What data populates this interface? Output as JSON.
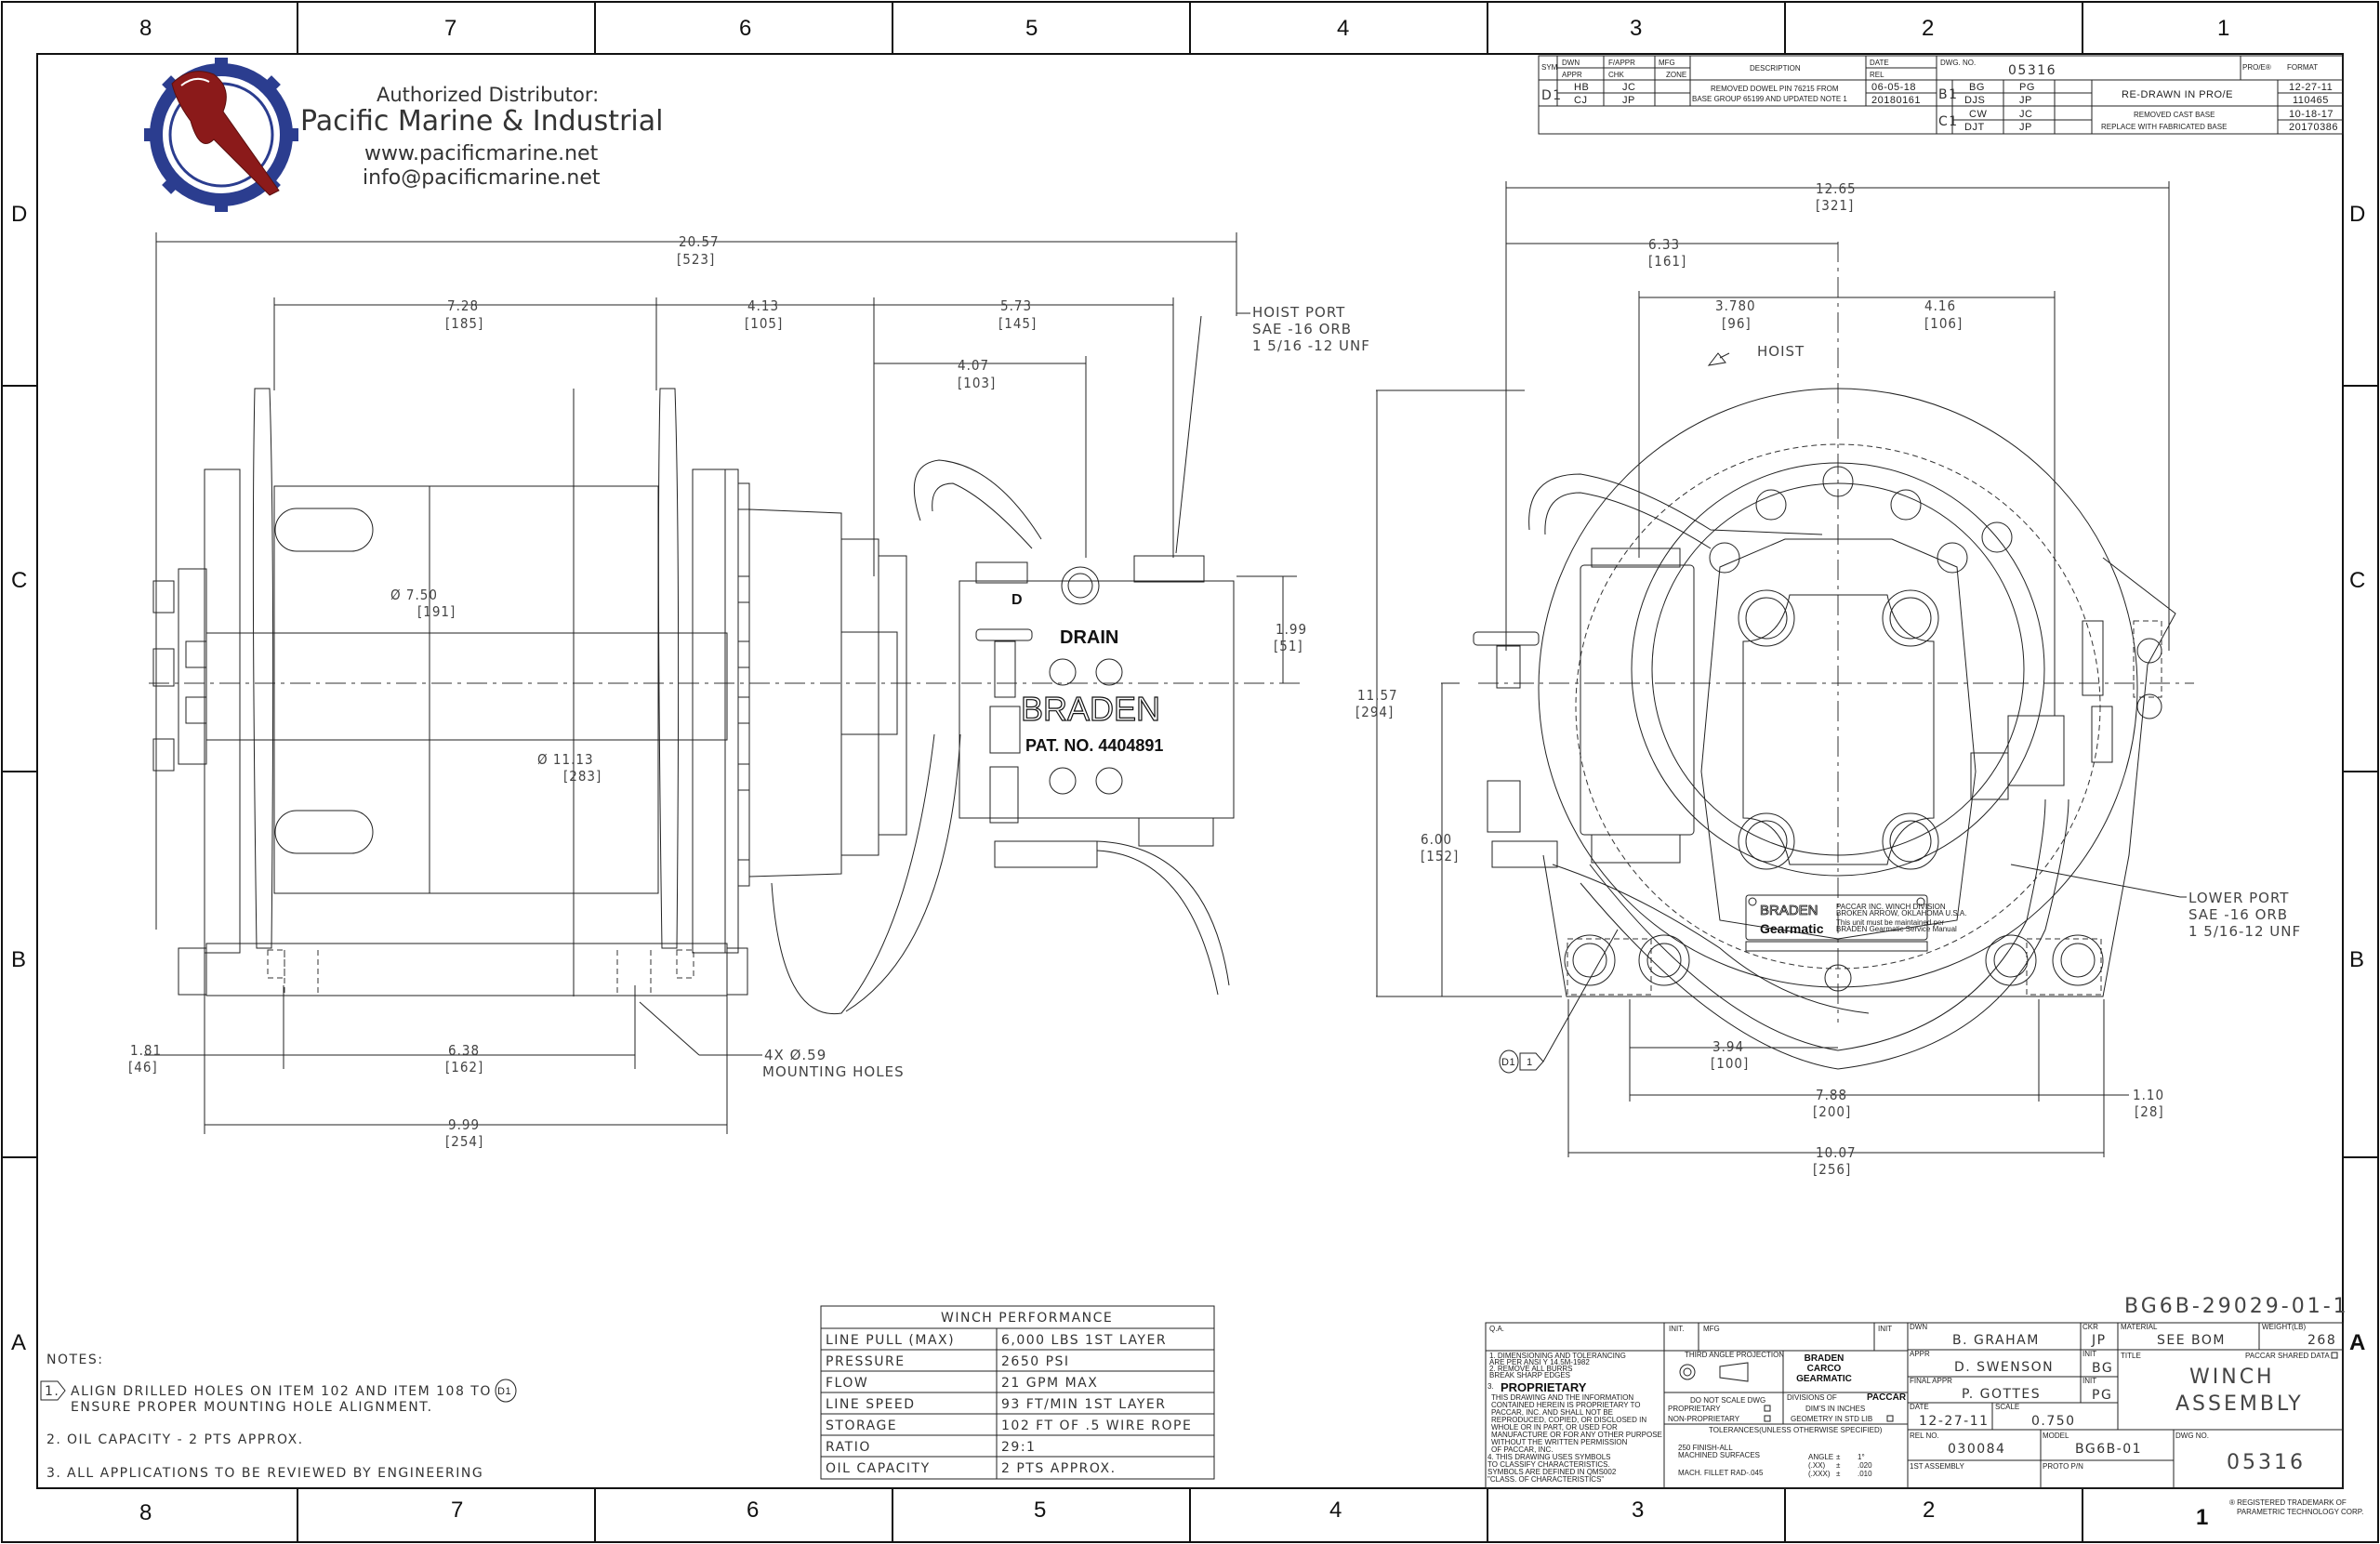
{
  "border": {
    "columns_top": [
      "8",
      "7",
      "6",
      "5",
      "4",
      "3",
      "2",
      "1"
    ],
    "columns_bottom": [
      "8",
      "7",
      "6",
      "5",
      "4",
      "3",
      "2",
      "1"
    ],
    "rows": [
      "D",
      "C",
      "B",
      "A"
    ]
  },
  "distributor": {
    "heading": "Authorized Distributor:",
    "name": "Pacific Marine & Industrial",
    "website": "www.pacificmarine.net",
    "email": "info@pacificmarine.net"
  },
  "revision_block": {
    "headers": {
      "sym": "SYM",
      "dwn": "DWN",
      "appr": "APPR",
      "f_appr": "F/APPR",
      "chk": "CHK",
      "mfg": "MFG",
      "zone": "ZONE",
      "description": "DESCRIPTION",
      "date": "DATE",
      "rel": "REL",
      "dwg_no_label": "DWG. NO.",
      "dwg_no": "05316",
      "proe": "PRO/E®",
      "format": "FORMAT"
    },
    "revisions": [
      {
        "sym": "D1",
        "dwn": "HB",
        "f_appr": "JC",
        "appr": "CJ",
        "chk": "JP",
        "description": [
          "REMOVED DOWEL PIN 76215 FROM",
          "BASE GROUP 65199 AND UPDATED NOTE 1"
        ],
        "date": "06-05-18",
        "rel": "20180161"
      },
      {
        "sym": "B1",
        "dwn": "BG",
        "f_appr": "PG",
        "appr": "DJS",
        "chk": "JP",
        "description": [
          "RE-DRAWN IN PRO/E"
        ],
        "date": "12-27-11",
        "rel": "110465"
      },
      {
        "sym": "C1",
        "dwn": "CW",
        "f_appr": "JC",
        "appr": "DJT",
        "chk": "JP",
        "description": [
          "REMOVED CAST BASE",
          "REPLACE WITH FABRICATED BASE"
        ],
        "date": "10-18-17",
        "rel": "20170386"
      }
    ]
  },
  "side_view": {
    "dims": [
      {
        "value": "20.57",
        "mm": "[523]"
      },
      {
        "value": "7.28",
        "mm": "[185]"
      },
      {
        "value": "4.13",
        "mm": "[105]"
      },
      {
        "value": "5.73",
        "mm": "[145]"
      },
      {
        "value": "4.07",
        "mm": "[103]"
      },
      {
        "value": "Ø 7.50",
        "mm": "[191]"
      },
      {
        "value": "Ø 11.13",
        "mm": "[283]"
      },
      {
        "value": "1.99",
        "mm": "[51]"
      },
      {
        "value": "1.81",
        "mm": "[46]"
      },
      {
        "value": "6.38",
        "mm": "[162]"
      },
      {
        "value": "9.99",
        "mm": "[254]"
      }
    ],
    "hoist_port": [
      "HOIST PORT",
      "SAE -16 ORB",
      "1 5/16 -12 UNF"
    ],
    "mounting_holes": [
      "4X Ø.59",
      "MOUNTING HOLES"
    ],
    "valve_text": {
      "d": "D",
      "drain": "DRAIN",
      "brand": "BRADEN",
      "patent": "PAT. NO. 4404891"
    }
  },
  "end_view": {
    "dims": [
      {
        "value": "12.65",
        "mm": "[321]"
      },
      {
        "value": "6.33",
        "mm": "[161]"
      },
      {
        "value": "3.780",
        "mm": "[96]"
      },
      {
        "value": "4.16",
        "mm": "[106]"
      },
      {
        "value": "11.57",
        "mm": "[294]"
      },
      {
        "value": "6.00",
        "mm": "[152]"
      },
      {
        "value": "3.94",
        "mm": "[100]"
      },
      {
        "value": "7.88",
        "mm": "[200]"
      },
      {
        "value": "1.10",
        "mm": "[28]"
      },
      {
        "value": "10.07",
        "mm": "[256]"
      }
    ],
    "hoist_label": "HOIST",
    "lower_port": [
      "LOWER PORT",
      "SAE -16 ORB",
      "1 5/16-12 UNF"
    ],
    "flag": {
      "rev": "D1",
      "note": "1"
    },
    "nameplate": {
      "brand": "BRADEN",
      "sub": "Gearmatic",
      "line1": "PACCAR INC. WINCH DIVISION",
      "line2": "BROKEN ARROW, OKLAHOMA U.S.A.",
      "line3": "This unit must be maintained per",
      "line4": "BRADEN Gearmatic Service Manual"
    }
  },
  "notes": {
    "heading": "NOTES:",
    "items": [
      {
        "num": "1.",
        "lines": [
          "ALIGN DRILLED HOLES ON ITEM 102 AND ITEM 108 TO",
          "ENSURE PROPER MOUNTING HOLE ALIGNMENT."
        ],
        "rev": "D1"
      },
      {
        "num": "2.",
        "lines": [
          "OIL CAPACITY - 2 PTS APPROX."
        ]
      },
      {
        "num": "3.",
        "lines": [
          "ALL APPLICATIONS TO BE REVIEWED BY ENGINEERING"
        ]
      }
    ]
  },
  "performance": {
    "title": "WINCH PERFORMANCE",
    "rows": [
      [
        "LINE PULL (MAX)",
        "6,000 LBS 1ST LAYER"
      ],
      [
        "PRESSURE",
        "2650 PSI"
      ],
      [
        "FLOW",
        "21 GPM MAX"
      ],
      [
        "LINE SPEED",
        "93 FT/MIN 1ST LAYER"
      ],
      [
        "STORAGE",
        "102 FT OF .5 WIRE ROPE"
      ],
      [
        "RATIO",
        "29:1"
      ],
      [
        "OIL CAPACITY",
        "2 PTS APPROX."
      ]
    ]
  },
  "title_block": {
    "part_number": "BG6B-29029-01-1",
    "qa": "Q.A.",
    "init": "INIT.",
    "mfg": "MFG",
    "init2": "INIT",
    "general_notes": [
      "1. DIMENSIONING AND TOLERANCING",
      "   ARE PER ANSI Y 14.5M-1982",
      "2. REMOVE ALL BURRS",
      "   BREAK SHARP EDGES",
      "3."
    ],
    "proprietary_heading": "PROPRIETARY",
    "proprietary_text": [
      "THIS DRAWING AND THE INFORMATION",
      "CONTAINED HEREIN IS PROPRIETARY TO",
      "PACCAR, INC. AND SHALL NOT BE",
      "REPRODUCED, COPIED, OR DISCLOSED IN",
      "WHOLE OR IN PART, OR USED FOR",
      "MANUFACTURE OR FOR ANY OTHER PURPOSE",
      "WITHOUT THE WRITTEN PERMISSION",
      "OF PACCAR, INC."
    ],
    "note4": [
      "4. THIS DRAWING USES SYMBOLS",
      "   TO CLASSIFY CHARACTERISTICS.",
      "   SYMBOLS ARE DEFINED IN QMS002",
      "   \"CLASS. OF CHARACTERISTICS\""
    ],
    "third_angle": "THIRD ANGLE PROJECTION",
    "do_not_scale": "DO NOT SCALE DWG",
    "company": [
      "BRADEN",
      "CARCO",
      "GEARMATIC"
    ],
    "divisions_of": "DIVISIONS OF",
    "paccar": "PACCAR",
    "proprietary_cb": "PROPRIETARY",
    "non_proprietary_cb": "NON-PROPRIETARY",
    "dims_in_inches": "DIM'S IN INCHES",
    "geometry_std_lib": "GEOMETRY IN STD LIB",
    "tolerances_heading": "TOLERANCES(UNLESS OTHERWISE SPECIFIED)",
    "finish": [
      "250 FINISH-ALL",
      "MACHINED SURFACES"
    ],
    "fillet": "MACH. FILLET RAD-.045",
    "tol_rows": [
      [
        "ANGLE",
        "±",
        "1°"
      ],
      [
        "(.XX)",
        "±",
        ".020"
      ],
      [
        "(.XXX)",
        "±",
        ".010"
      ]
    ],
    "dwn_label": "DWN",
    "dwn": "B. GRAHAM",
    "ckr_label": "CKR",
    "ckr": "JP",
    "appr_label": "APPR",
    "appr": "D. SWENSON",
    "appr_init_label": "INIT",
    "appr_init": "BG",
    "final_appr_label": "FINAL APPR",
    "final_appr": "P. GOTTES",
    "final_init_label": "INIT",
    "final_init": "PG",
    "date_label": "DATE",
    "date": "12-27-11",
    "scale_label": "SCALE",
    "scale": "0.750",
    "material_label": "MATERIAL",
    "material": "SEE BOM",
    "weight_label": "WEIGHT(LB)",
    "weight": "268",
    "title_label": "TITLE",
    "shared_data": "PACCAR SHARED DATA",
    "title": [
      "WINCH",
      "ASSEMBLY"
    ],
    "rel_no_label": "REL NO.",
    "rel_no": "030084",
    "model_label": "MODEL",
    "model": "BG6B-01",
    "dwg_no_label": "DWG NO.",
    "dwg_no": "05316",
    "first_assembly_label": "1ST ASSEMBLY",
    "proto_pn_label": "PROTO P/N",
    "trademark": [
      "® REGISTERED TRADEMARK OF",
      "PARAMETRIC TECHNOLOGY CORP."
    ]
  },
  "colors": {
    "logo_blue": "#2b3d8f",
    "logo_red": "#8b1a1a",
    "ink": "#111111",
    "paper": "#ffffff"
  }
}
